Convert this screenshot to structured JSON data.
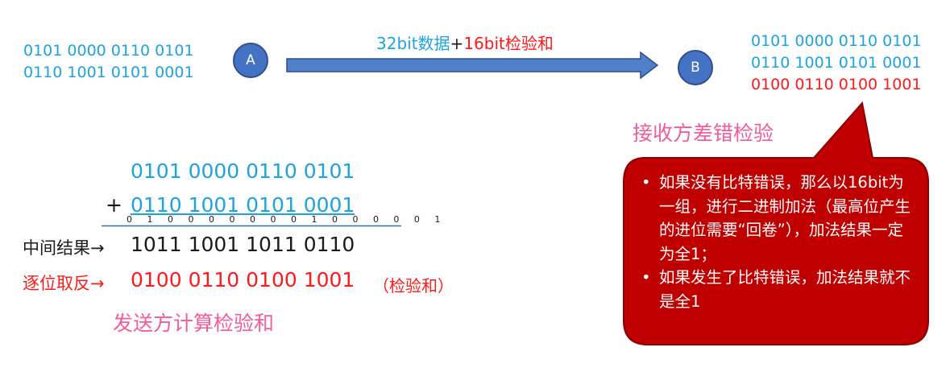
{
  "sender_bits": [
    "0101 0000 0110 0101",
    "0110 1001 0101 0001"
  ],
  "node_a": "A",
  "node_b": "B",
  "arrow_label": {
    "data": "32bit数据",
    "plus": "+",
    "checksum": "16bit检验和"
  },
  "receiver_bits": {
    "line1": "0101 0000 0110 0101",
    "line2": "0110 1001 0101 0001",
    "checksum": "0100 0110 0100 1001"
  },
  "receiver_title": "接收方差错检验",
  "callout": {
    "items": [
      "如果没有比特错误，那么以16bit为一组，进行二进制加法（最高位产生的进位需要“回卷”），加法结果一定为全1；",
      "如果发生了比特错误，加法结果就不是全1"
    ],
    "bullet": "•"
  },
  "calc": {
    "operand1": "0101 0000 0110 0101",
    "plus": "+",
    "operand2": "0110 1001 0101 0001",
    "carries": "0 1 0 0 0 0 0 0 0 1 0 0 0 0 0 1",
    "intermediate_label": "中间结果",
    "intermediate_value": "1011 1001 1011 0110",
    "invert_label": "逐位取反",
    "result_value": "0100 0110 0100 1001",
    "result_note": "（检验和）",
    "arrow_glyph": "→"
  },
  "sender_title": "发送方计算检验和",
  "colors": {
    "blue": "#1ea3e0",
    "red": "#ff1a1a",
    "pink": "#f25c9a",
    "callout_fill": "#c00000",
    "node": "#4573c4"
  }
}
